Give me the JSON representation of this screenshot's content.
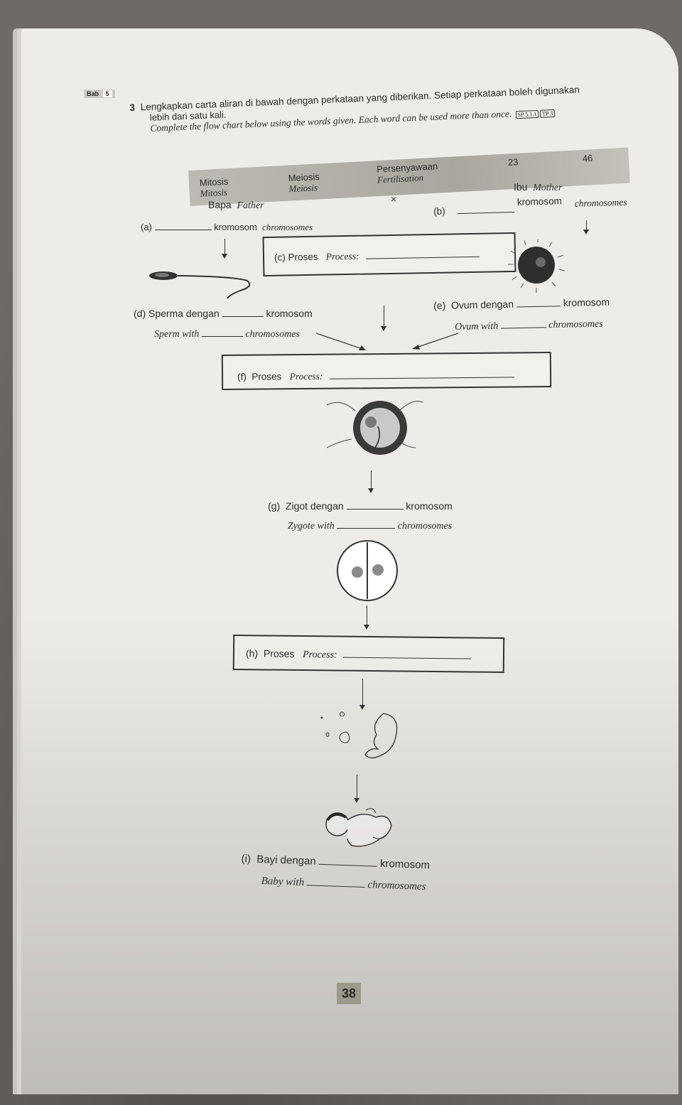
{
  "chapter": {
    "label": "Bab",
    "number": "5"
  },
  "question": {
    "number": "3",
    "instruction_bm_line1": "Lengkapkan carta aliran di bawah dengan perkataan yang diberikan. Setiap perkataan boleh digunakan",
    "instruction_bm_line2": "lebih dari satu kali.",
    "instruction_en": "Complete the flow chart below using the words given. Each word can be used more than once.",
    "tags": [
      "SP 5.1.1",
      "TP 3"
    ]
  },
  "word_bank": {
    "mitosis_bm": "Mitosis",
    "mitosis_en": "Mitosis",
    "meiosis_bm": "Meiosis",
    "meiosis_en": "Meiosis",
    "fert_bm": "Persenyawaan",
    "fert_en": "Fertilisation",
    "n23": "23",
    "n46": "46"
  },
  "parents": {
    "father_bm": "Bapa",
    "father_en": "Father",
    "mother_bm": "Ibu",
    "mother_en": "Mother",
    "cross": "×"
  },
  "steps": {
    "a": {
      "label": "(a)",
      "bm": "kromosom",
      "en": "chromosomes"
    },
    "b": {
      "label": "(b)",
      "bm": "kromosom",
      "en": "chromosomes"
    },
    "c": {
      "label": "(c)",
      "bm": "Proses",
      "en": "Process:"
    },
    "d": {
      "label": "(d)",
      "bm_pre": "Sperma dengan",
      "bm_post": "kromosom",
      "en_pre": "Sperm with",
      "en_post": "chromosomes"
    },
    "e": {
      "label": "(e)",
      "bm_pre": "Ovum dengan",
      "bm_post": "kromosom",
      "en_pre": "Ovum with",
      "en_post": "chromosomes"
    },
    "f": {
      "label": "(f)",
      "bm": "Proses",
      "en": "Process:"
    },
    "g": {
      "label": "(g)",
      "bm_pre": "Zigot dengan",
      "bm_post": "kromosom",
      "en_pre": "Zygote with",
      "en_post": "chromosomes"
    },
    "h": {
      "label": "(h)",
      "bm": "Proses",
      "en": "Process:"
    },
    "i": {
      "label": "(i)",
      "bm_pre": "Bayi dengan",
      "bm_post": "kromosom",
      "en_pre": "Baby with",
      "en_post": "chromosomes"
    }
  },
  "page_number": "38"
}
